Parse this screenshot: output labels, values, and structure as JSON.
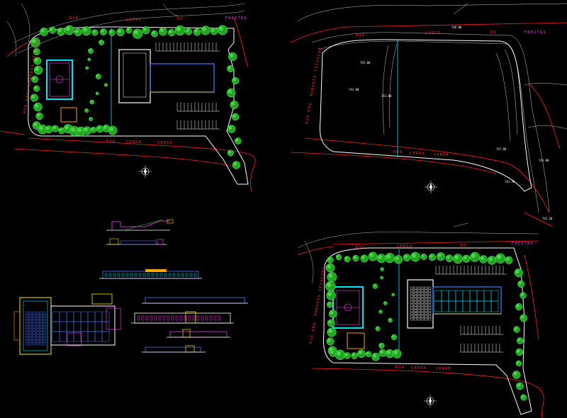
{
  "streets": {
    "top_a": "RUA",
    "top_b": "LARGO",
    "top_c": "DO",
    "top_d": "FREITAS",
    "bottom_a": "RUA",
    "bottom_b": "CERRA",
    "bottom_c": "VERDE",
    "left": "RUA ENG. ROBERTO TEIXEIRA"
  },
  "elevations": [
    "745.00",
    "742.00",
    "741.80",
    "747.00",
    "742.50",
    "741.00",
    "741.50",
    "746.00"
  ],
  "colors": {
    "background": "#000000",
    "street_label": "#ff3030",
    "street_label_alt": "#ff40ff",
    "boundary": "#ffffff",
    "tree": "#33dd33",
    "road_curb": "#ff2020",
    "building": "#4a7bff",
    "water": "#00e5ff",
    "yellow": "#ffe600"
  },
  "icons": [
    "north-arrow-icon",
    "tree-icon"
  ]
}
